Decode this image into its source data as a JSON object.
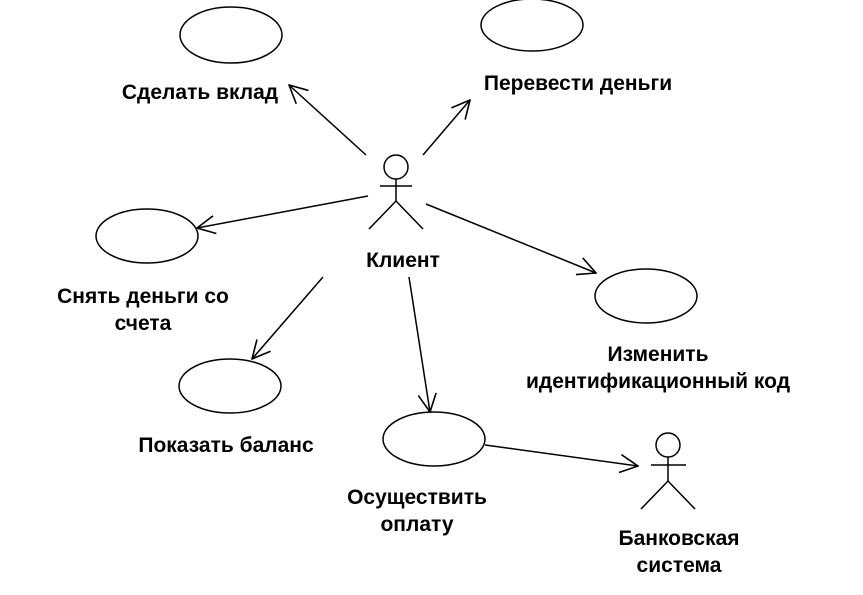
{
  "actors": {
    "client": {
      "label": "Клиент"
    },
    "bank_system": {
      "label_line1": "Банковская",
      "label_line2": "система"
    }
  },
  "use_cases": {
    "deposit": {
      "label": "Сделать вклад"
    },
    "transfer": {
      "label": "Перевести деньги"
    },
    "withdraw": {
      "label_line1": "Снять деньги со",
      "label_line2": "счета"
    },
    "change_pin": {
      "label_line1": "Изменить",
      "label_line2": "идентификационный код"
    },
    "show_balance": {
      "label": "Показать баланс"
    },
    "payment": {
      "label_line1": "Осуществить",
      "label_line2": "оплату"
    }
  }
}
